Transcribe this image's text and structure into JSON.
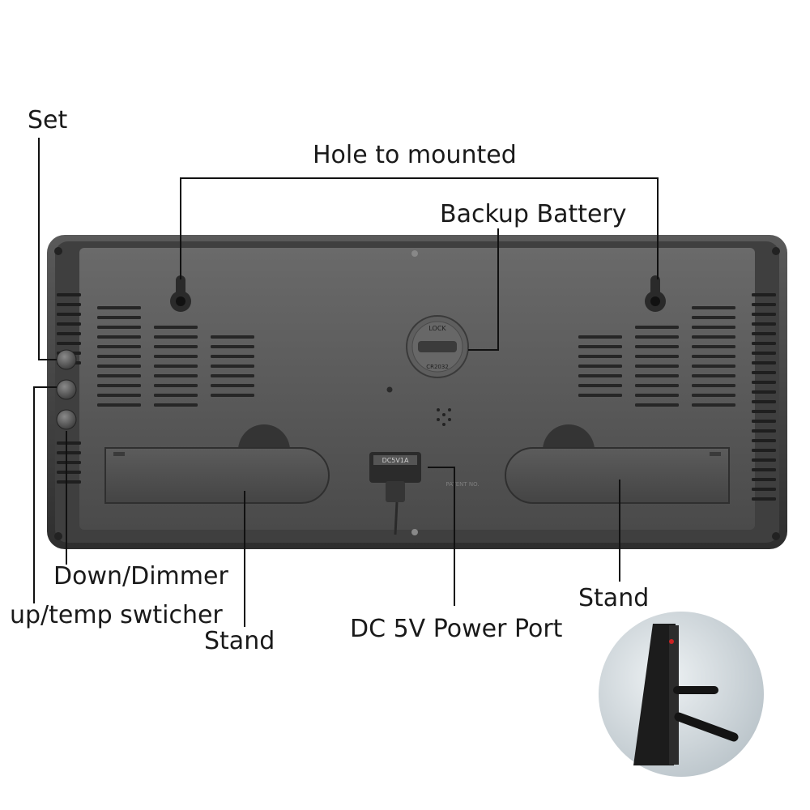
{
  "labels": {
    "set": "Set",
    "hole": "Hole to mounted",
    "battery": "Backup Battery",
    "down": "Down/Dimmer",
    "up": "up/temp swticher",
    "stand_left": "Stand",
    "stand_right": "Stand",
    "dc": "DC 5V Power Port"
  },
  "device": {
    "battery_lock": "LOCK",
    "battery_cell": "CR2032",
    "port_rating": "DC5V1A",
    "patent": "PATENT NO."
  },
  "colors": {
    "housing": "#3d3d3d",
    "panel": "#555555",
    "stand_cover": "#4e4e4e",
    "leader_line": "#111111"
  }
}
